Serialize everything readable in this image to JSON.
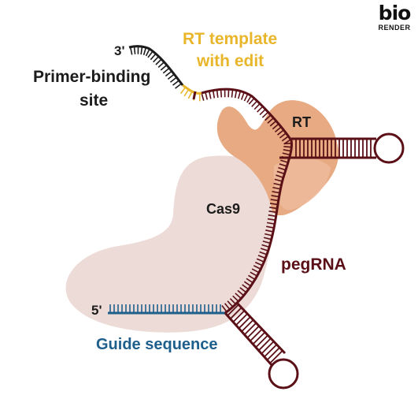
{
  "logo": {
    "main": "bio",
    "sub": "RENDER"
  },
  "labels": {
    "three_prime": "3'",
    "five_prime": "5'",
    "rt_template_line1": "RT template",
    "rt_template_line2": "with edit",
    "primer_line1": "Primer-binding",
    "primer_line2": "site",
    "rt": "RT",
    "cas9": "Cas9",
    "pegrna": "pegRNA",
    "guide": "Guide sequence"
  },
  "colors": {
    "pegrna": "#5a1016",
    "primer": "#1c1c1c",
    "edit": "#e9b62b",
    "guide": "#1f5f8c",
    "cas9": "#eddbd7",
    "rt": "#e7aa83",
    "rt_light": "#edbc9c"
  }
}
